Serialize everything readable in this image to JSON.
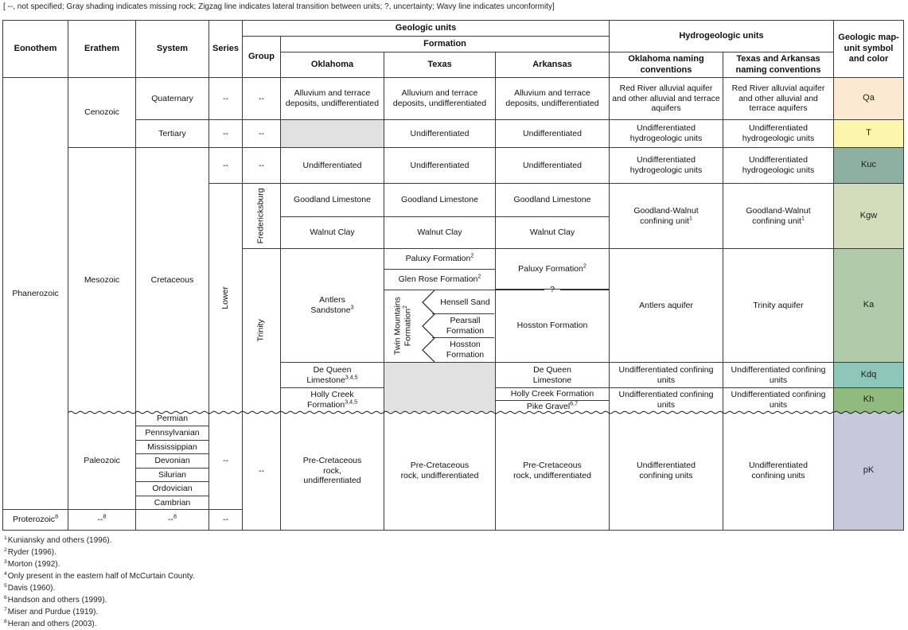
{
  "legend": "[ --, not specified; Gray shading indicates missing rock; Zigzag line indicates lateral transition between units; ?, uncertainty; Wavy line indicates unconformity]",
  "header": {
    "eonothem": "Eonothem",
    "erathem": "Erathem",
    "system": "System",
    "series": "Series",
    "group": "Group",
    "geologic_units": "Geologic units",
    "formation": "Formation",
    "oklahoma": "Oklahoma",
    "texas": "Texas",
    "arkansas": "Arkansas",
    "hydro_units": "Hydrogeologic units",
    "ok_naming": "Oklahoma naming conventions",
    "txar_naming": "Texas and Arkansas naming conventions",
    "map_unit": "Geologic map-unit symbol and color"
  },
  "eonothem": {
    "phanerozoic": "Phanerozoic",
    "proterozoic": "Proterozoic",
    "proterozoic_sup": "8"
  },
  "erathem": {
    "cenozoic": "Cenozoic",
    "mesozoic": "Mesozoic",
    "paleozoic": "Paleozoic",
    "proterozoic": "--",
    "proterozoic_sup": "8"
  },
  "system": {
    "quaternary": "Quaternary",
    "tertiary": "Tertiary",
    "cretaceous": "Cretaceous",
    "paleozoic_systems": [
      "Permian",
      "Pennsylvanian",
      "Mississippian",
      "Devonian",
      "Silurian",
      "Ordovician",
      "Cambrian"
    ],
    "proterozoic": "--",
    "proterozoic_sup": "8"
  },
  "series": {
    "quaternary": "--",
    "tertiary": "--",
    "cretaceous_undiff": "--",
    "lower": "Lower",
    "paleozoic": "--",
    "proterozoic": "--"
  },
  "group": {
    "quaternary": "--",
    "tertiary": "--",
    "cretaceous_undiff": "--",
    "fredericksburg": "Fredericksburg",
    "trinity": "Trinity",
    "pre_cretaceous": "--"
  },
  "formations": {
    "oklahoma": {
      "quaternary": "Alluvium and terrace deposits, undifferentiated",
      "cretaceous_undiff": "Undifferentiated",
      "goodland": "Goodland Limestone",
      "walnut": "Walnut Clay",
      "antlers": "Antlers Sandstone",
      "antlers_sup": "3",
      "dequeen": "De Queen Limestone",
      "dequeen_sup": "3,4,5",
      "hollycreek": "Holly Creek Formation",
      "hollycreek_sup": "3,4,5",
      "precretaceous": "Pre-Cretaceous rock, undifferentiated"
    },
    "texas": {
      "quaternary": "Alluvium and terrace deposits, undifferentiated",
      "tertiary": "Undifferentiated",
      "cretaceous_undiff": "Undifferentiated",
      "goodland": "Goodland Limestone",
      "walnut": "Walnut Clay",
      "paluxy": "Paluxy Formation",
      "paluxy_sup": "2",
      "glen_rose": "Glen Rose Formation",
      "glen_rose_sup": "2",
      "twin_mountains": "Twin Mountains Formation",
      "twin_mountains_sup": "2",
      "hensell": "Hensell Sand",
      "pearsall": "Pearsall Formation",
      "hosston": "Hosston Formation",
      "precretaceous": "Pre-Cretaceous rock, undifferentiated"
    },
    "arkansas": {
      "quaternary": "Alluvium and terrace deposits, undifferentiated",
      "tertiary": "Undifferentiated",
      "cretaceous_undiff": "Undifferentiated",
      "goodland": "Goodland Limestone",
      "walnut": "Walnut Clay",
      "paluxy": "Paluxy Formation",
      "paluxy_sup": "2",
      "uncertainty": "?",
      "hosston": "Hosston Formation",
      "dequeen": "De Queen Limestone",
      "hollycreek": "Holly Creek Formation",
      "pike": "Pike Gravel",
      "pike_sup": "6,7",
      "precretaceous": "Pre-Cretaceous rock, undifferentiated"
    }
  },
  "hydro": {
    "oklahoma": {
      "quaternary": "Red River alluvial aquifer and other alluvial and terrace aquifers",
      "tertiary": "Undifferentiated hydrogeologic units",
      "cretaceous_undiff": "Undifferentiated hydrogeologic units",
      "goodland_walnut": "Goodland-Walnut confining unit",
      "goodland_walnut_sup": "1",
      "aquifer": "Antlers aquifer",
      "dequeen": "Undifferentiated confining units",
      "hollycreek": "Undifferentiated confining units",
      "precretaceous": "Undifferentiated confining units"
    },
    "texas_arkansas": {
      "quaternary": "Red River alluvial aquifer and other alluvial and terrace aquifers",
      "tertiary": "Undifferentiated hydrogeologic units",
      "cretaceous_undiff": "Undifferentiated hydrogeologic units",
      "goodland_walnut": "Goodland-Walnut confining unit",
      "goodland_walnut_sup": "1",
      "aquifer": "Trinity aquifer",
      "dequeen": "Undifferentiated confining units",
      "hollycreek": "Undifferentiated confining units",
      "precretaceous": "Undifferentiated confining units"
    }
  },
  "map_units": {
    "qa": {
      "label": "Qa",
      "color": "#fbe9d2"
    },
    "t": {
      "label": "T",
      "color": "#fcf6ad"
    },
    "kuc": {
      "label": "Kuc",
      "color": "#8db0a2"
    },
    "kgw": {
      "label": "Kgw",
      "color": "#d4ddbb"
    },
    "ka": {
      "label": "Ka",
      "color": "#b1caa9"
    },
    "kdq": {
      "label": "Kdq",
      "color": "#8fc6ba"
    },
    "kh": {
      "label": "Kh",
      "color": "#90ba7e"
    },
    "pk": {
      "label": "pK",
      "color": "#c6c9dc"
    }
  },
  "colors": {
    "missing_rock": "#e1e1e1"
  },
  "footnotes": [
    {
      "sup": "1",
      "text": "Kuniansky and others (1996)."
    },
    {
      "sup": "2",
      "text": "Ryder (1996)."
    },
    {
      "sup": "3",
      "text": "Morton (1992)."
    },
    {
      "sup": "4",
      "text": "Only present in the eastern half of McCurtain County."
    },
    {
      "sup": "5",
      "text": "Davis (1960)."
    },
    {
      "sup": "6",
      "text": "Handson and others (1999)."
    },
    {
      "sup": "7",
      "text": "Miser and Purdue (1919)."
    },
    {
      "sup": "8",
      "text": "Heran and others (2003)."
    }
  ]
}
